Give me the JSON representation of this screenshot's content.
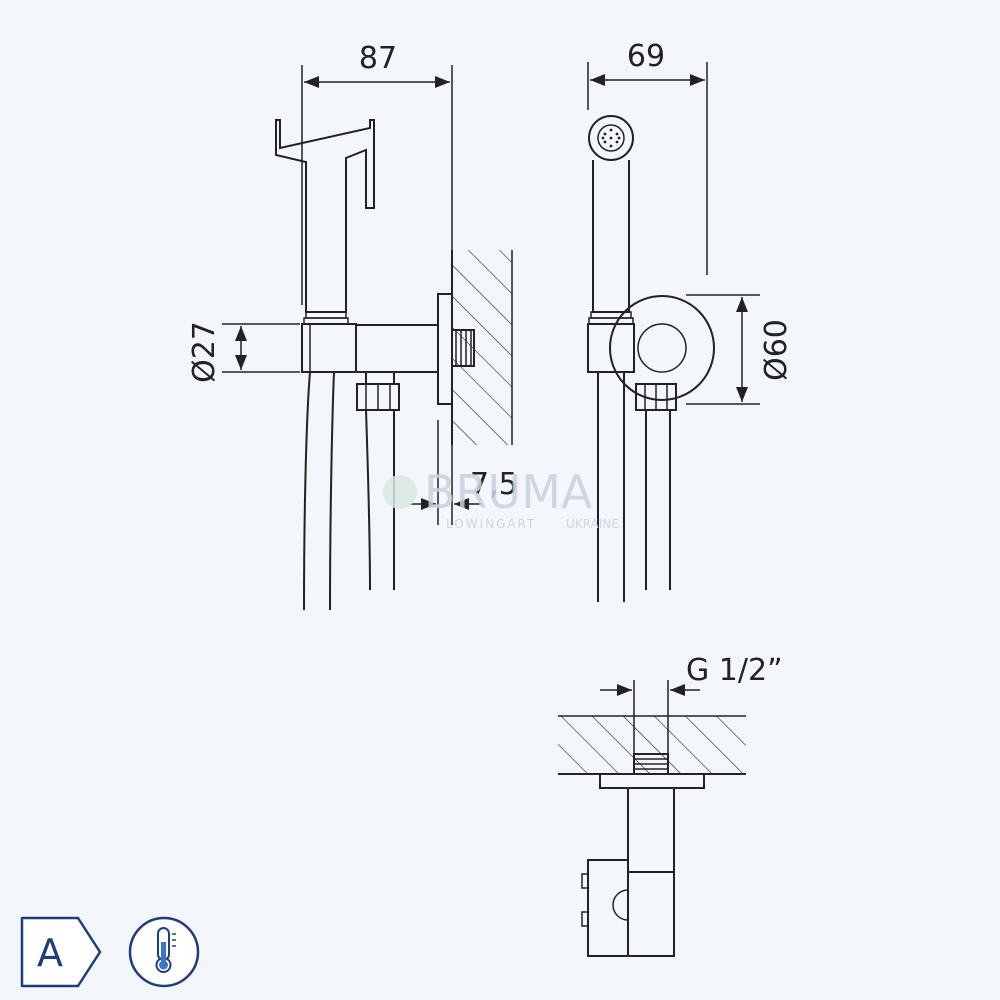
{
  "dimensions": {
    "width_side": "87",
    "width_front": "69",
    "diameter_body": "Ø27",
    "diameter_flange": "Ø60",
    "flange_thickness": "7,5",
    "thread": "G 1/2”"
  },
  "watermark": {
    "brand": "BRUMA",
    "sub_left": "LOWINGART",
    "sub_right": "UKRAINE"
  },
  "badges": {
    "class_letter": "A",
    "temperature_icon": "thermometer-icon"
  },
  "colors": {
    "background": "#f3f6fa",
    "line": "#222222",
    "badge": "#1f3d7a",
    "watermark": "#c6d2dd"
  }
}
